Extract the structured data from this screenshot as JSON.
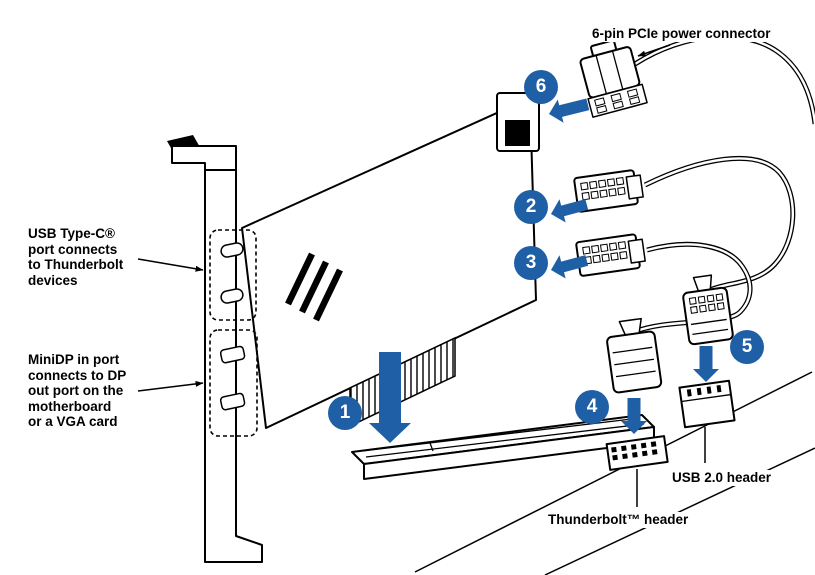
{
  "labels": {
    "pcie_power": "6-pin PCIe power connector",
    "usb_typec_lines": [
      "USB Type-C®",
      "port connects",
      "to Thunderbolt",
      "devices"
    ],
    "minidp_lines": [
      "MiniDP in port",
      "connects to DP",
      "out port on the",
      "motherboard",
      "or a VGA card"
    ],
    "usb2_header": "USB 2.0 header",
    "thunderbolt_header": "Thunderbolt™ header"
  },
  "steps": [
    "1",
    "2",
    "3",
    "4",
    "5",
    "6"
  ],
  "colors": {
    "accent": "#1f5fa6",
    "line": "#000000",
    "background": "#ffffff"
  }
}
